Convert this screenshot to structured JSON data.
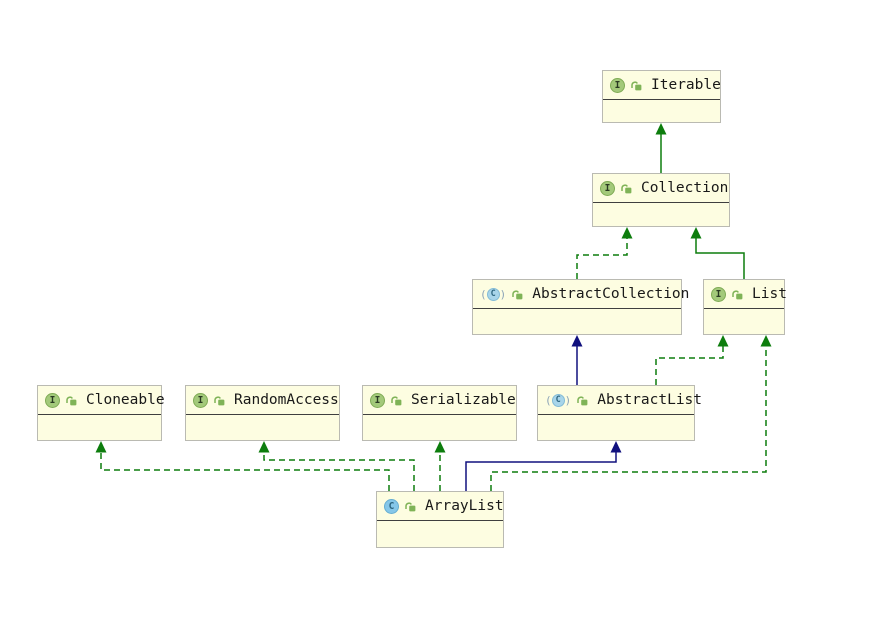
{
  "diagram": {
    "kind": "uml-class-diagram",
    "background": "#ffffff",
    "colors": {
      "node_fill": "#fdfde1",
      "node_border": "#babab2",
      "title_divider": "#3f3f3f",
      "text": "#191919",
      "green_edge": "#0d7d0d",
      "navy_edge": "#10107e",
      "interface_icon_fill": "#a3c97a",
      "class_icon_fill": "#85c7e9",
      "lock_icon_green": "#7fb357"
    }
  },
  "icons": {
    "interface_letter": "I",
    "class_letter": "C",
    "abstract_letter": "C",
    "abstract_paren_open": "(",
    "abstract_paren_close": ")"
  },
  "classes": [
    {
      "name": "Iterable",
      "stereotype": "interface"
    },
    {
      "name": "Collection",
      "stereotype": "interface"
    },
    {
      "name": "AbstractCollection",
      "stereotype": "abstract-class"
    },
    {
      "name": "List",
      "stereotype": "interface"
    },
    {
      "name": "Cloneable",
      "stereotype": "interface"
    },
    {
      "name": "RandomAccess",
      "stereotype": "interface"
    },
    {
      "name": "Serializable",
      "stereotype": "interface"
    },
    {
      "name": "AbstractList",
      "stereotype": "abstract-class"
    },
    {
      "name": "ArrayList",
      "stereotype": "class"
    }
  ],
  "relationships": [
    {
      "from": "Collection",
      "to": "Iterable",
      "type": "extends",
      "line": "solid",
      "color": "#0d7d0d"
    },
    {
      "from": "AbstractCollection",
      "to": "Collection",
      "type": "implements",
      "line": "dashed",
      "color": "#0d7d0d"
    },
    {
      "from": "List",
      "to": "Collection",
      "type": "extends",
      "line": "solid",
      "color": "#0d7d0d"
    },
    {
      "from": "AbstractList",
      "to": "AbstractCollection",
      "type": "extends",
      "line": "solid",
      "color": "#10107e"
    },
    {
      "from": "AbstractList",
      "to": "List",
      "type": "implements",
      "line": "dashed",
      "color": "#0d7d0d"
    },
    {
      "from": "ArrayList",
      "to": "Cloneable",
      "type": "implements",
      "line": "dashed",
      "color": "#0d7d0d"
    },
    {
      "from": "ArrayList",
      "to": "RandomAccess",
      "type": "implements",
      "line": "dashed",
      "color": "#0d7d0d"
    },
    {
      "from": "ArrayList",
      "to": "Serializable",
      "type": "implements",
      "line": "dashed",
      "color": "#0d7d0d"
    },
    {
      "from": "ArrayList",
      "to": "AbstractList",
      "type": "extends",
      "line": "solid",
      "color": "#10107e"
    },
    {
      "from": "ArrayList",
      "to": "List",
      "type": "implements",
      "line": "dashed",
      "color": "#0d7d0d"
    }
  ]
}
